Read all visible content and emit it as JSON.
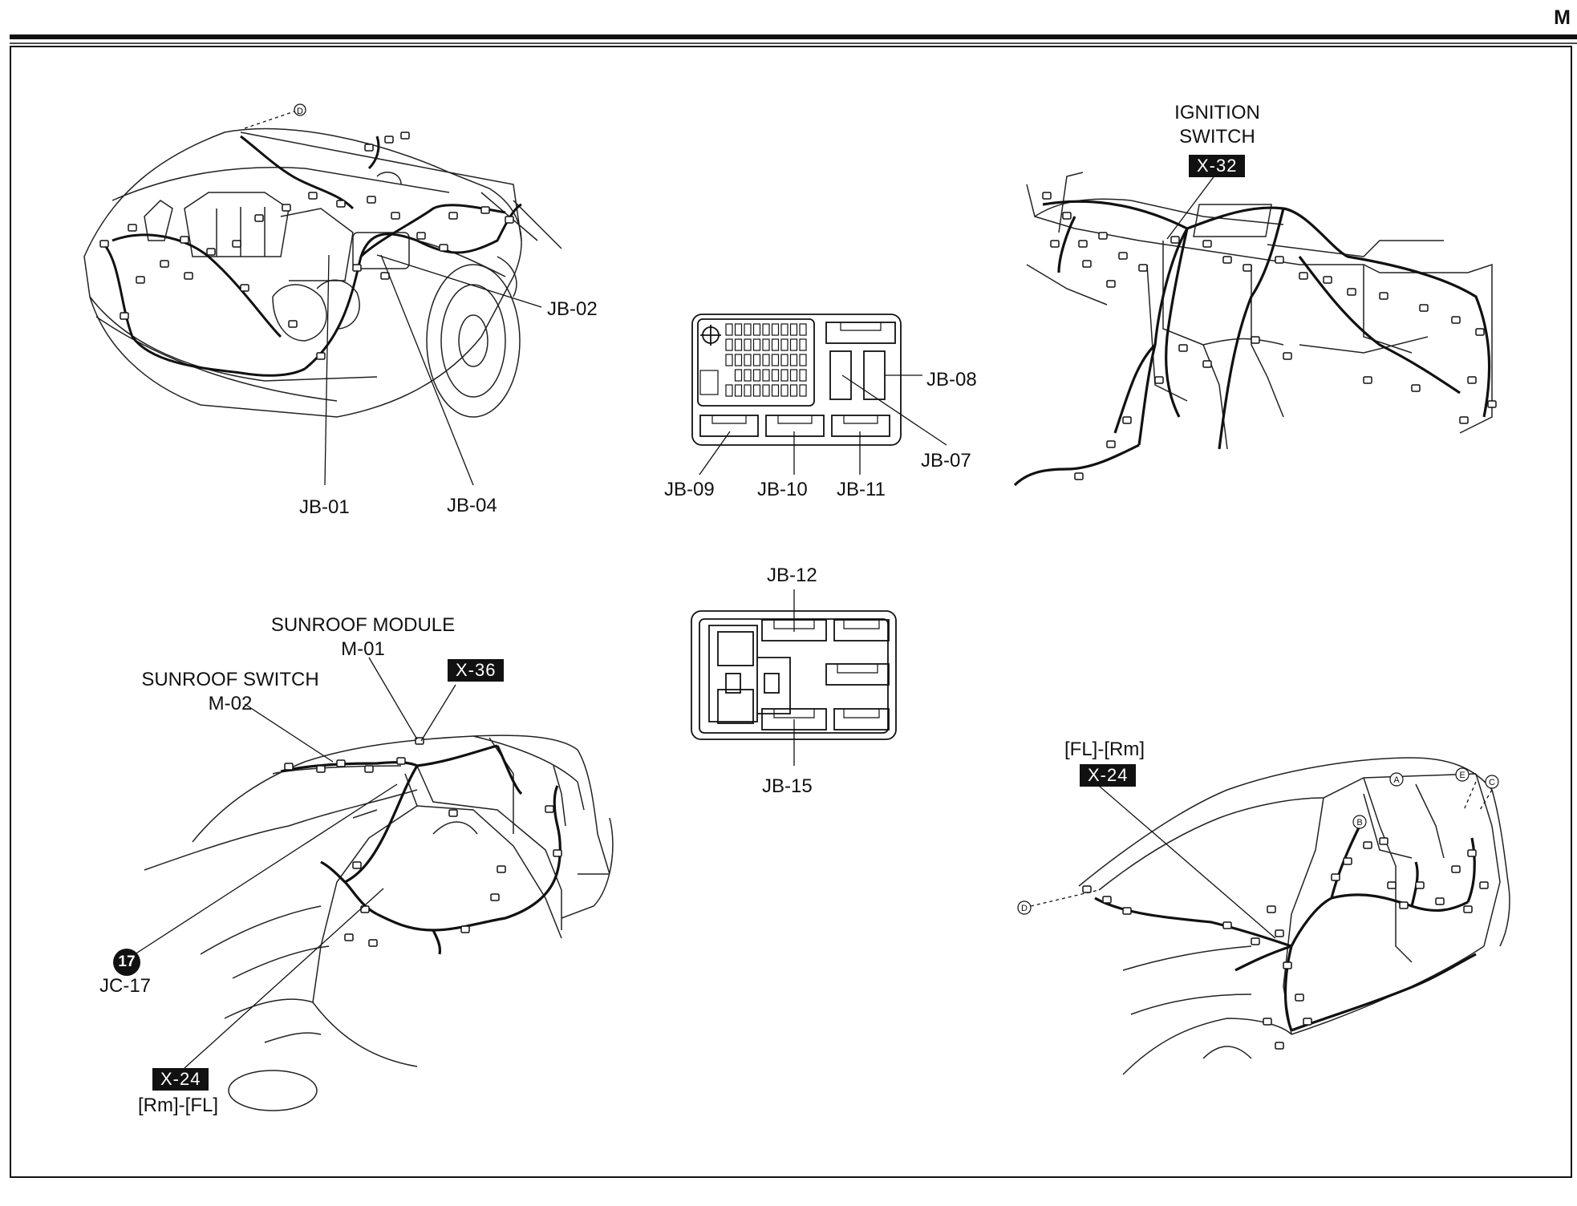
{
  "page_corner": "M",
  "engine_bay": {
    "labels": {
      "jb01": "JB-01",
      "jb02": "JB-02",
      "jb04": "JB-04"
    },
    "ref_d": "D"
  },
  "junction_block_upper": {
    "labels": {
      "jb07": "JB-07",
      "jb08": "JB-08",
      "jb09": "JB-09",
      "jb10": "JB-10",
      "jb11": "JB-11"
    }
  },
  "junction_block_lower": {
    "labels": {
      "jb12": "JB-12",
      "jb15": "JB-15"
    }
  },
  "dashboard": {
    "title_line1": "IGNITION",
    "title_line2": "SWITCH",
    "badge": "X-32"
  },
  "roof_harness": {
    "sunroof_module": {
      "line1": "SUNROOF MODULE",
      "line2": "M-01"
    },
    "sunroof_switch": {
      "line1": "SUNROOF SWITCH",
      "line2": "M-02"
    },
    "badge_x36": "X-36",
    "jc_number": "17",
    "jc_label": "JC-17",
    "badge_x24": "X-24",
    "x24_note": "[Rm]-[FL]"
  },
  "floor_harness": {
    "note": "[FL]-[Rm]",
    "badge": "X-24",
    "refs": [
      "A",
      "B",
      "C",
      "D",
      "E"
    ]
  }
}
